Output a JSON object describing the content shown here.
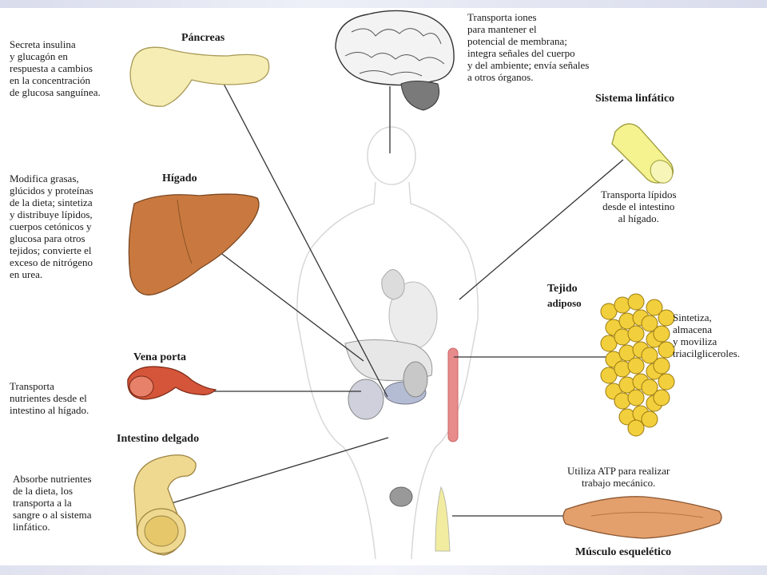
{
  "pancreas": {
    "title": "Páncreas",
    "description": "Secreta insulina\ny glucagón en\nrespuesta a cambios\nen la concentración\nde glucosa sanguínea."
  },
  "brain": {
    "description": "Transporta iones\npara mantener el\npotencial de membrana;\nintegra señales del cuerpo\ny del ambiente; envía señales\na otros órganos."
  },
  "lymphatic": {
    "title": "Sistema linfático",
    "description": "Transporta lípidos\ndesde el intestino\nal hígado."
  },
  "liver": {
    "title": "Hígado",
    "description": "Modifica grasas,\nglúcidos y proteínas\nde la dieta; sintetiza\ny distribuye lípidos,\ncuerpos cetónicos y\nglucosa para otros\ntejidos; convierte el\nexceso de nitrógeno\nen urea."
  },
  "adipose": {
    "title_line1": "Tejido",
    "title_line2": "adiposo",
    "description": "Sintetiza,\nalmacena\ny moviliza\ntriacilgliceroles."
  },
  "portal_vein": {
    "title": "Vena porta",
    "description": "Transporta\nnutrientes desde el\nintestino al hígado."
  },
  "small_intestine": {
    "title": "Intestino delgado",
    "description": "Absorbe nutrientes\nde la dieta, los\ntransporta a la\nsangre o al sistema\nlinfático."
  },
  "skeletal_muscle": {
    "title": "Músculo esquelético",
    "description": "Utiliza ATP para realizar\ntrabajo mecánico."
  },
  "colors": {
    "pancreas": "#f6edb4",
    "liver": "#c9793f",
    "lymph": "#f4f38f",
    "adipose": "#f2cf3c",
    "vein": "#d4553a",
    "muscle": "#e4a06c",
    "intestine": "#efd890",
    "body_outline": "#d8d8d8"
  }
}
